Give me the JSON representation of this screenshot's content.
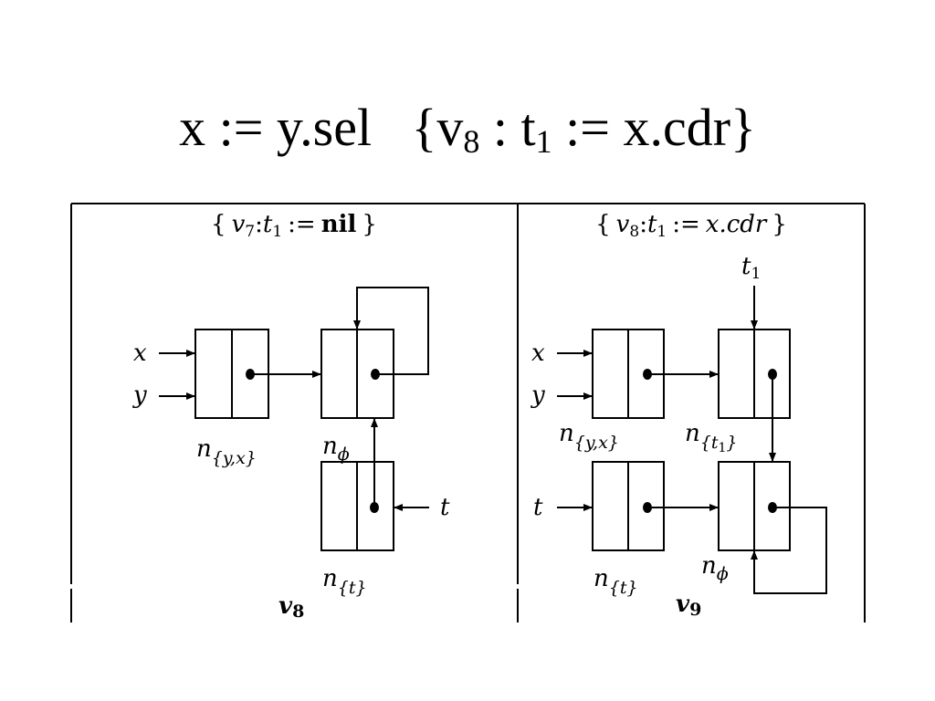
{
  "title": {
    "lhs": "x := y.sel",
    "brace_open": "{",
    "var": "v",
    "var_sub": "8",
    "colon": ":",
    "t": "t",
    "t_sub": "1",
    "rhs": ":= x.cdr",
    "brace_close": "}"
  },
  "panels": [
    {
      "header": {
        "open": "{",
        "v": "v",
        "v_sub": "7",
        "t": "t",
        "t_sub": "1",
        "assign": ":=",
        "value": "nil",
        "close": "}"
      },
      "vars": {
        "x": "x",
        "y": "y",
        "t": "t"
      },
      "nodes": {
        "n_yx": {
          "n": "n",
          "sub": "{y,x}"
        },
        "n_phi": {
          "n": "n",
          "sub": "ϕ"
        },
        "n_t": {
          "n": "n",
          "sub": "{t}"
        }
      },
      "footer": {
        "v": "v",
        "sub": "8"
      }
    },
    {
      "header": {
        "open": "{",
        "v": "v",
        "v_sub": "8",
        "t": "t",
        "t_sub": "1",
        "assign": ":=",
        "value": "x.cdr",
        "close": "}"
      },
      "vars": {
        "x": "x",
        "y": "y",
        "t": "t",
        "t1": "t",
        "t1_sub": "1"
      },
      "nodes": {
        "n_yx": {
          "n": "n",
          "sub": "{y,x}"
        },
        "n_t1": {
          "n": "n",
          "sub": "{t",
          "sub2": "1",
          "sub3": "}"
        },
        "n_t": {
          "n": "n",
          "sub": "{t}"
        },
        "n_phi": {
          "n": "n",
          "sub": "ϕ"
        }
      },
      "footer": {
        "v": "v",
        "sub": "9"
      }
    }
  ]
}
